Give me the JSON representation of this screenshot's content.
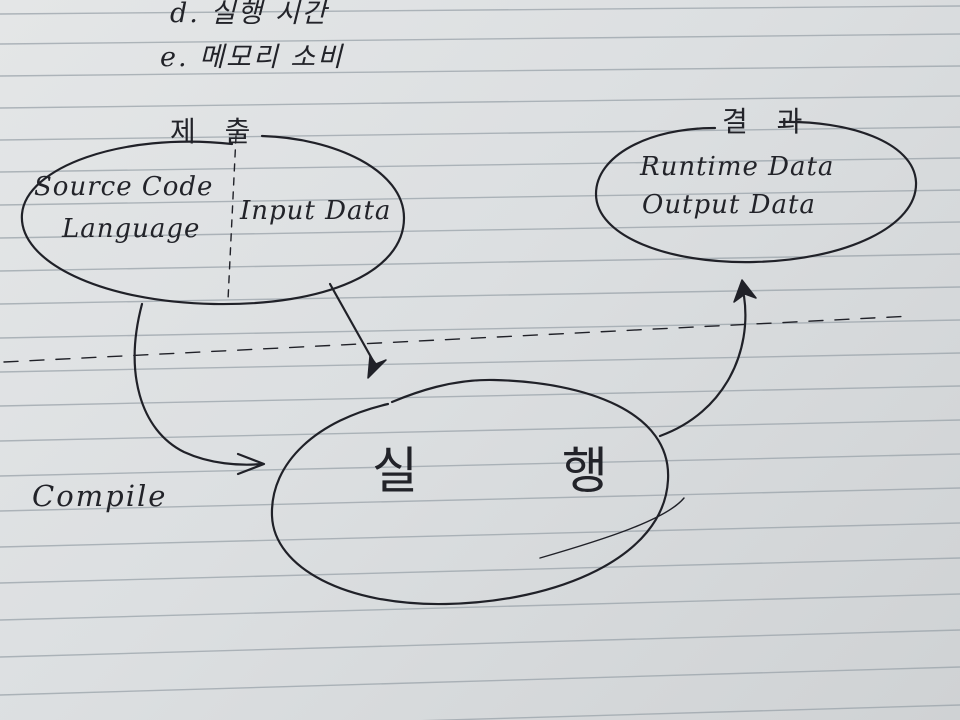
{
  "top_notes": {
    "item_d": "d. 실행 시간",
    "item_e": "e. 메모리 소비"
  },
  "submit_group": {
    "title": "제 출",
    "source_code": "Source Code",
    "language": "Language",
    "input_data": "Input Data"
  },
  "result_group": {
    "title": "결 과",
    "runtime_data": "Runtime Data",
    "output_data": "Output Data"
  },
  "execute_group": {
    "title": "실 행"
  },
  "edge_labels": {
    "compile": "Compile"
  }
}
